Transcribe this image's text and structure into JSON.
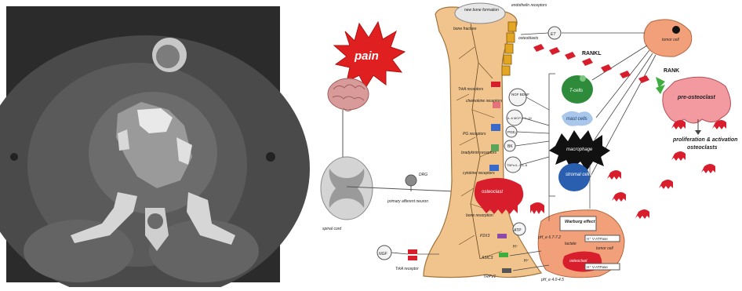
{
  "ct_panel": {
    "alt": "axial CT scan of vertebra"
  },
  "diagram": {
    "pain": "pain",
    "new_bone_formation": "new bone formation",
    "endothelin_receptors": "endothelin receptors",
    "bone_fracture": "bone fracture",
    "osteoblasts": "osteoblasts",
    "et": "ET",
    "tumor_cell_top": "tumor cell",
    "rankl": "RANKL",
    "rank": "RANK",
    "pre_osteoclast": "pre-osteoclast",
    "proliferation_activation": "proliferation & activation",
    "osteoclasts": "osteoclasts",
    "trk_receptors": "TrkA receptors",
    "chemokine_receptors": "chemokine receptors",
    "pg_receptors": "PG receptors",
    "bradykinin_receptors": "bradykinin receptors",
    "cytokine_receptors": "cytokine receptors",
    "ngf_bdnf": "NGF BDNF",
    "il_labels": "IL-6 MCP-1 IL-1β",
    "pge": "PGE₂",
    "bk": "BK",
    "tnf": "TNFα IL-1 IL-6",
    "t_cells": "T-cells",
    "mast_cells": "mast cells",
    "macrophage": "macrophage",
    "stromal_cells": "stromal cells",
    "osteoclast": "osteoclast",
    "bone_resorption": "bone resorption",
    "atp": "ATP",
    "p2x3": "P2X3",
    "asic3": "ASIC3",
    "trpv1": "TRPV1",
    "warburg": "Warburg effect",
    "lactate": "lactate",
    "tumor_cell_bottom": "tumor cell",
    "osteoclast_bottom": "osteoclast",
    "ph_tumor": "pH_e 6.7-7.2",
    "ph_osteo": "pH_e 4.0-4.5",
    "h_atpase": "H⁺ V-ATPase",
    "h_plus": "H⁺",
    "dmp": "DRG",
    "primary_afferent_neuron": "primary afferent neuron",
    "spinal_cord": "spinal cord",
    "ngf": "NGF",
    "trka_receptor": "TrkA receptor"
  },
  "colors": {
    "pain_star": "#e02020",
    "bone": "#f1c48d",
    "bone_stroke": "#a0743c",
    "osteoblast": "#e3a623",
    "t_cell": "#2e8b3a",
    "mast_cell": "#a9c7ea",
    "stromal": "#2a5fb0",
    "osteoclast_red": "#d81e2c",
    "tumor": "#f2a07a",
    "pre_osteoclast": "#f29aa0",
    "rank_green": "#3fae3f",
    "brain": "#d99a9a",
    "spinal": "#c8c8c8"
  }
}
